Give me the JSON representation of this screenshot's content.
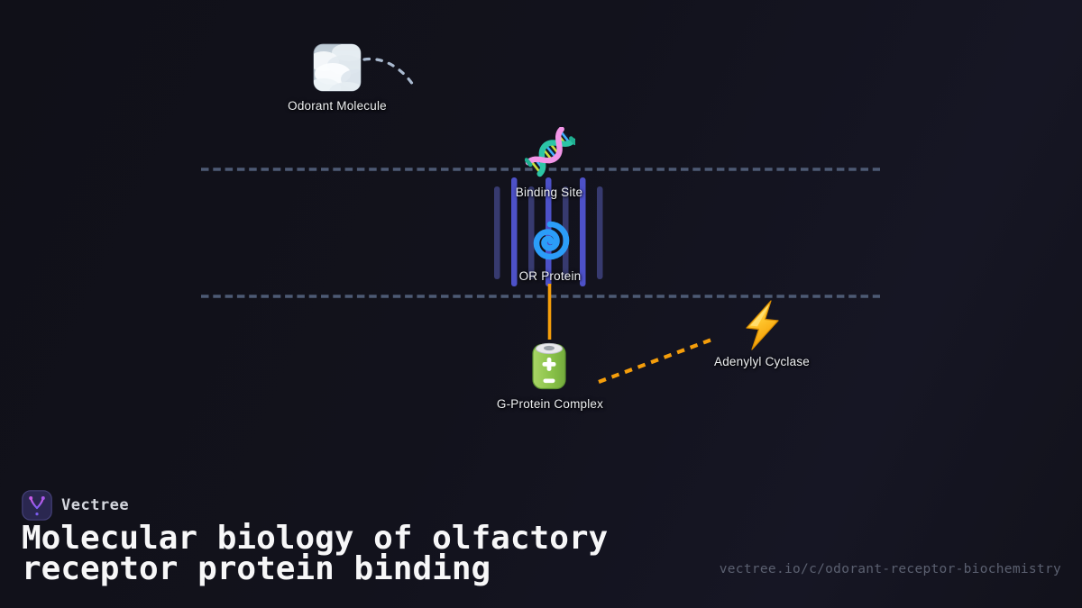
{
  "brand": {
    "name": "Vectree",
    "logo_icon": "vectree-branch-icon"
  },
  "title": "Molecular biology of olfactory receptor protein binding",
  "share_url": "vectree.io/c/odorant-receptor-biochemistry",
  "diagram": {
    "nodes": [
      {
        "id": "odorant-molecule",
        "label": "Odorant Molecule",
        "icon": "fog-cloud-emoji"
      },
      {
        "id": "binding-site",
        "label": "Binding Site",
        "icon": "dna-helix-emoji"
      },
      {
        "id": "or-protein",
        "label": "OR Protein",
        "icon": "cyclone-spiral-emoji"
      },
      {
        "id": "g-protein-complex",
        "label": "G-Protein Complex",
        "icon": "battery-emoji"
      },
      {
        "id": "adenylyl-cyclase",
        "label": "Adenylyl Cyclase",
        "icon": "lightning-bolt-emoji"
      }
    ],
    "membrane": {
      "dashed_line_count": 2,
      "transmembrane_bar_count": 7,
      "dash_color": "#4d5a74",
      "bar_color_dark": "#373a6f",
      "bar_color_bright": "#4d51c8"
    },
    "edges": [
      {
        "from": "odorant-molecule",
        "to": "binding-site",
        "style": "dashed-curve",
        "color": "#a9b9cf"
      },
      {
        "from": "or-protein",
        "to": "g-protein-complex",
        "style": "solid",
        "color": "#f59e0b"
      },
      {
        "from": "g-protein-complex",
        "to": "adenylyl-cyclase",
        "style": "dashed",
        "color": "#f59e0b"
      }
    ]
  },
  "colors": {
    "background": "#12121b",
    "accent_orange": "#f59e0b",
    "membrane_dash": "#4d5a74",
    "node_label": "#eef0f2",
    "title_text": "#f7f7f8",
    "brand_text": "#d4d6dd",
    "url_text": "#5b6070",
    "logo_background": "#2a2750",
    "logo_glyph_gradient": [
      "#d05ce8",
      "#7c5cf0"
    ],
    "spiral_blue": "#2b9df8",
    "battery_green": "#8bc34a",
    "bolt_gold": "#ffcf33",
    "dna_teal": "#2cc5a6",
    "dna_pink": "#f295e7"
  }
}
